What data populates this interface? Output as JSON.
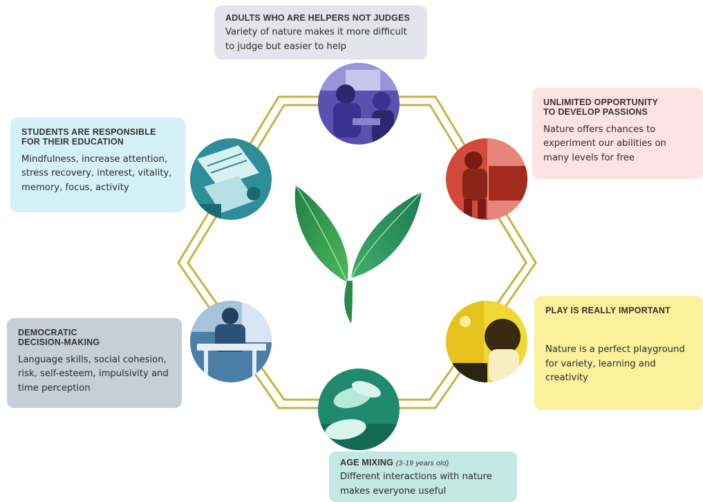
{
  "colors": {
    "ring": "#c7b23c",
    "leaf": "#2f8f4e",
    "card_top": "#e4e4ec",
    "card_top_right": "#fde3e3",
    "card_left_top": "#d6f0f7",
    "card_right": "#faf19c",
    "card_left_bottom": "#c6cfd6",
    "card_bottom": "#c4e8e3"
  },
  "cards": {
    "top": {
      "title": "ADULTS WHO ARE HELPERS NOT JUDGES",
      "body": "Variety of nature makes it more difficult to judge but easier to help"
    },
    "top_right": {
      "title": "UNLIMITED OPPORTUNITY\n TO DEVELOP PASSIONS",
      "body": "Nature offers chances to experiment our abilities on many levels for free"
    },
    "left_top": {
      "title": "STUDENTS ARE RESPONSIBLE\nFOR THEIR EDUCATION",
      "body": "Mindfulness, increase attention, stress recovery, interest, vitality, memory, focus, activity"
    },
    "right": {
      "title": "PLAY IS REALLY IMPORTANT",
      "body": "Nature is a perfect playground for variety, learning and creativity"
    },
    "left_bottom": {
      "title": "DEMOCRATIC\nDECISION-MAKING",
      "body": "Language skills, social cohesion, risk, self-esteem, impulsivity and time perception"
    },
    "bottom": {
      "title": "AGE MIXING",
      "subtitle": "(3-19 years old)",
      "body": "Different interactions with nature makes everyone useful"
    }
  },
  "photos": {
    "top": {
      "tint": "#4f46a8"
    },
    "top_right": {
      "tint": "#c8392b"
    },
    "left_top": {
      "tint": "#2b8f9a"
    },
    "right_bottom": {
      "tint": "#e0c21a"
    },
    "left_bottom": {
      "tint": "#4a7fa8"
    },
    "bottom": {
      "tint": "#1f8a6e"
    }
  }
}
